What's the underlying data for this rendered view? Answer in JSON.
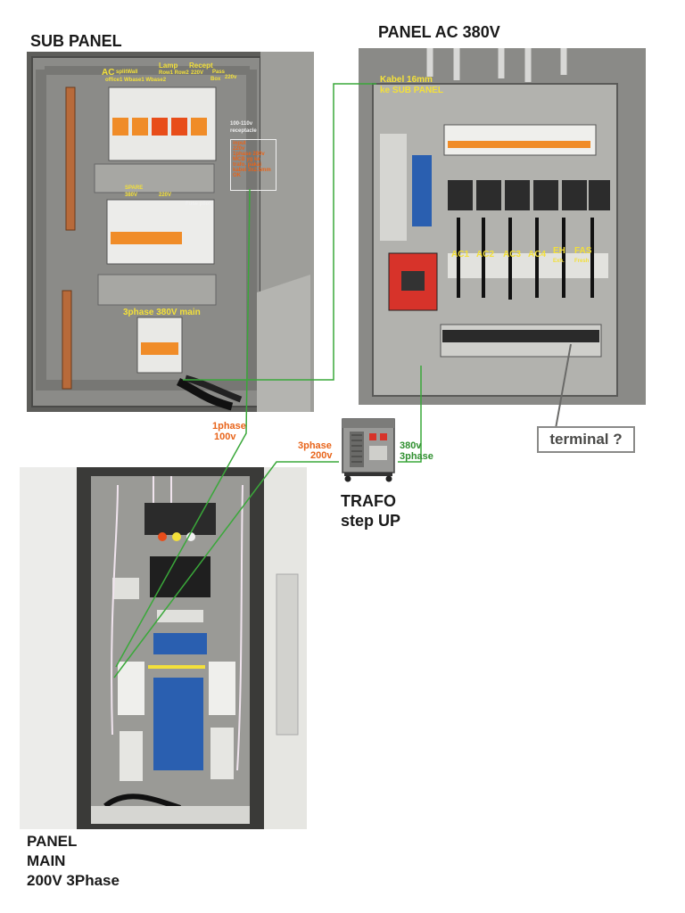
{
  "headings": {
    "sub_panel": "SUB PANEL",
    "panel_ac": "PANEL AC 380V",
    "panel_main_l1": "PANEL",
    "panel_main_l2": "MAIN",
    "panel_main_l3": "200V 3Phase",
    "trafo_l1": "TRAFO",
    "trafo_l2": "step UP",
    "terminal": "terminal ?"
  },
  "sub_panel_labels": {
    "ac": "AC",
    "split_wall": "splitWall",
    "ac_sub": "office1 Wbase1 Wbase2",
    "lamp": "Lamp",
    "lamp_sub": "Row1 Row2",
    "recept": "Recept",
    "recept_v": "220V",
    "pass": "Pass",
    "box": "Box",
    "box_v": "220v",
    "receptacle_1": "100-110v",
    "receptacle_2": "receptacle",
    "spare": "SPARE",
    "v380": "380V",
    "v220": "220V",
    "fuse_pilot": "Fuse pilot",
    "main": "3phase 380V main",
    "note_1": "input",
    "note_2": "220v",
    "note_3": "1phase 200v",
    "note_4": "MCB yg ke",
    "note_5": "trafo, pakai",
    "note_6": "kabel 3x2.5mm",
    "note_7": "OK"
  },
  "panel_ac_labels": {
    "kabel_1": "Kabel 16mm",
    "kabel_2": "ke SUB PANEL",
    "ac1": "AC1",
    "ac2": "AC2",
    "ac3": "AC3",
    "ac4": "AC4",
    "eh": "EH",
    "fas": "FAS",
    "eh_sub": "Exh.",
    "fas_sub": "Fresh"
  },
  "connection_labels": {
    "one_phase_l1": "1phase",
    "one_phase_l2": "100v",
    "three_phase_l1": "3phase",
    "three_phase_l2": "200v",
    "v380_l1": "380v",
    "v380_l2": "3phase"
  },
  "colors": {
    "wire": "#3aa83a",
    "label_yellow": "#f3e03a",
    "label_orange": "#e8641a",
    "label_green": "#2f8f2f",
    "panel_grey": "#8d8d8b",
    "enclosure": "#b9b7b1"
  }
}
